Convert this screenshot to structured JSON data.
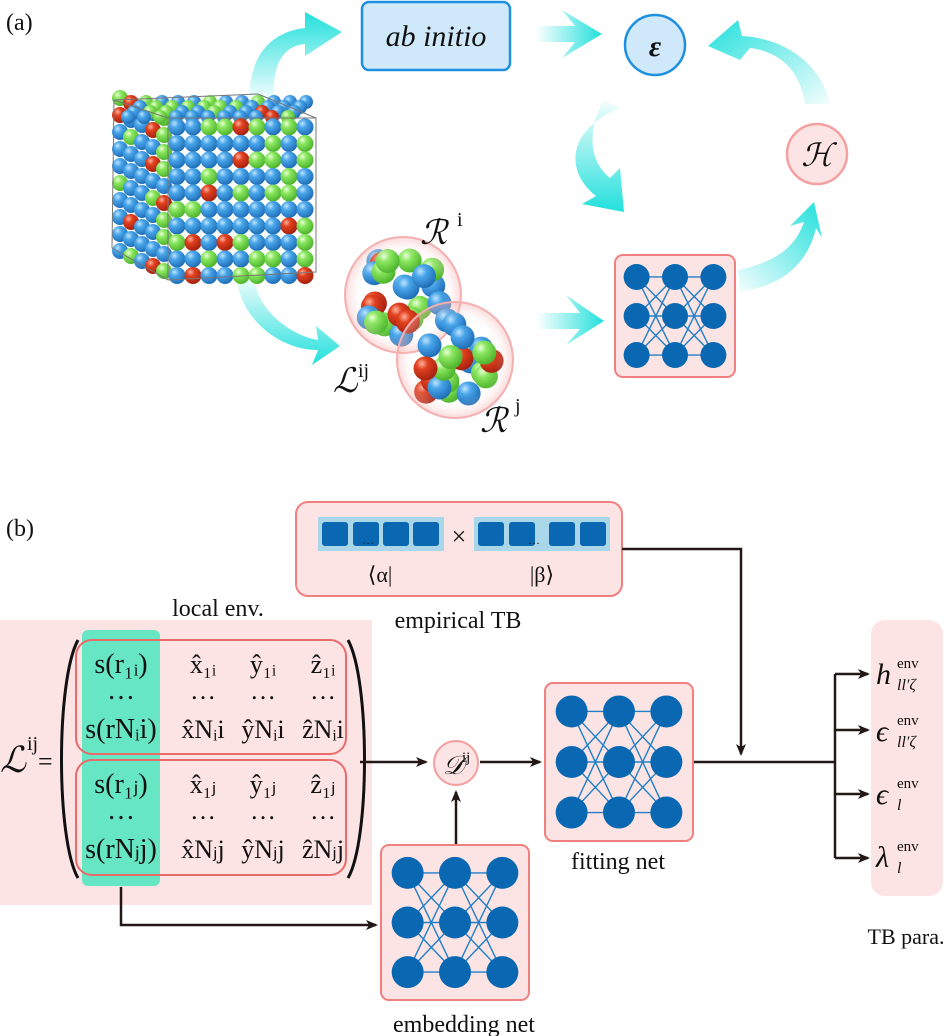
{
  "panel_a": {
    "label": "(a)",
    "ab_initio_label": "ab initio",
    "epsilon_symbol": "ε",
    "hamiltonian_symbol": "ℋ",
    "region_i": {
      "base": "ℛ",
      "sup": "i"
    },
    "region_j": {
      "base": "ℛ",
      "sup": "j"
    },
    "local_env": {
      "base": "ℒ",
      "sup": "ij"
    },
    "atom_colors": {
      "blue": "#3a9be6",
      "red": "#d8361a",
      "green": "#7fe05a"
    },
    "arrow_color": "#22e0dc"
  },
  "panel_b": {
    "label": "(b)",
    "empirical_tb": {
      "bra": "⟨α|",
      "ket": "|β⟩",
      "times": "×",
      "ellipsis": "…",
      "caption": "empirical TB"
    },
    "local_env_caption": "local  env.",
    "matrix": {
      "lhs_base": "ℒ",
      "lhs_sup": "ij",
      "equals": "=",
      "rows": [
        [
          "s(r₁ᵢ)",
          "x̂₁ᵢ",
          "ŷ₁ᵢ",
          "ẑ₁ᵢ"
        ],
        [
          "…",
          "…",
          "…",
          "…"
        ],
        [
          "s(r_Nᵢi)",
          "x̂_Nᵢi",
          "ŷ_Nᵢi",
          "ẑ_Nᵢi"
        ],
        [
          "s(r₁ⱼ)",
          "x̂₁ⱼ",
          "ŷ₁ⱼ",
          "ẑ₁ⱼ"
        ],
        [
          "…",
          "…",
          "…",
          "…"
        ],
        [
          "s(r_Nⱼj)",
          "x̂_Nⱼj",
          "ŷ_Nⱼj",
          "ẑ_Nⱼj"
        ]
      ]
    },
    "descriptor": {
      "base": "𝒟",
      "sup": "ij"
    },
    "fitting_net_caption": "fitting net",
    "embedding_net_caption": "embedding net",
    "tb_params": {
      "caption": "TB para.",
      "items": [
        {
          "base": "h",
          "sup": "env",
          "sub": "ll′ζ"
        },
        {
          "base": "ϵ",
          "sup": "env",
          "sub": "ll′ζ"
        },
        {
          "base": "ϵ",
          "sup": "env",
          "sub": "l"
        },
        {
          "base": "λ",
          "sup": "env",
          "sub": "l"
        }
      ]
    },
    "colors": {
      "pink_fill": "#fde4e4",
      "pink_border": "#f08080",
      "neuron": "#0a67b2",
      "teal_column": "#5ee6c0",
      "vector_bg": "#a9d6e8"
    }
  }
}
